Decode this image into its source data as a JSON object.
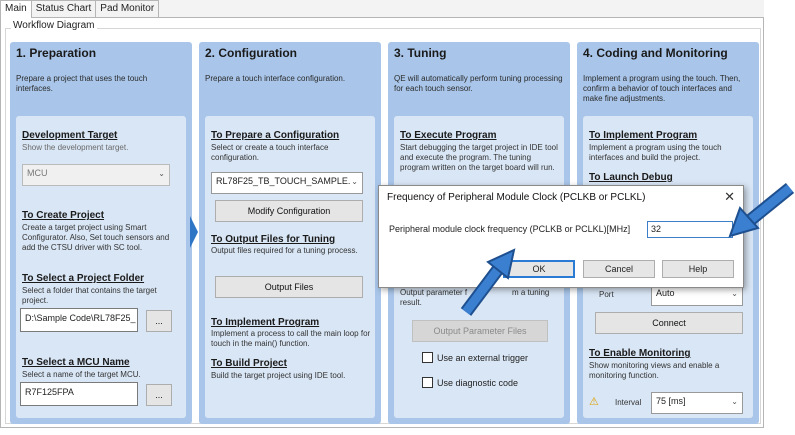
{
  "tabs": [
    {
      "label": "Main",
      "active": true
    },
    {
      "label": "Status Chart",
      "active": false
    },
    {
      "label": "Pad Monitor",
      "active": false
    }
  ],
  "group_title": "Workflow Diagram",
  "columns": [
    {
      "title": "1. Preparation",
      "desc": "Prepare a project that uses the touch interfaces.",
      "dev_target": {
        "title": "Development Target",
        "desc": "Show the development target.",
        "combo": "MCU"
      },
      "create_project": {
        "title": "To Create Project",
        "desc": "Create a target project using Smart Configurator. Also, Set touch sensors and add the CTSU driver with SC tool."
      },
      "select_folder": {
        "title": "To Select a Project Folder",
        "desc": "Select a folder that contains the target project.",
        "value": "D:\\Sample Code\\RL78F25_",
        "browse": "..."
      },
      "select_mcu": {
        "title": "To Select a MCU Name",
        "desc": "Select a name of the target MCU.",
        "value": "R7F125FPA",
        "browse": "..."
      }
    },
    {
      "title": "2. Configuration",
      "desc": "Prepare a touch interface configuration.",
      "prep_config": {
        "title": "To Prepare a Configuration",
        "desc": "Select or create a touch interface configuration.",
        "combo": "RL78F25_TB_TOUCH_SAMPLE.",
        "modify": "Modify Configuration"
      },
      "output_files": {
        "title": "To Output Files for Tuning",
        "desc": "Output files required for a tuning process.",
        "button": "Output Files"
      },
      "impl_program": {
        "title": "To Implement Program",
        "desc": "Implement a process to call the main loop for touch in the main() function."
      },
      "build_project": {
        "title": "To Build Project",
        "desc": "Build the target project using IDE tool."
      }
    },
    {
      "title": "3. Tuning",
      "desc": "QE will automatically perform tuning processing for each touch sensor.",
      "execute": {
        "title": "To Execute Program",
        "desc": "Start debugging the target project in IDE tool and execute the program. The tuning program written on the target board will run."
      },
      "output_param": {
        "desc_a": "Output parameter f",
        "desc_b": "m a tuning",
        "desc_c": "result.",
        "button": "Output Parameter Files"
      },
      "ext_trigger": "Use an external trigger",
      "diag_code": "Use diagnostic code"
    },
    {
      "title": "4. Coding and Monitoring",
      "desc": "Implement a program using the touch. Then, confirm a behavior of touch interfaces and make fine adjustments.",
      "impl_program": {
        "title": "To Implement Program",
        "desc": "Implement a program using the touch interfaces and build the project."
      },
      "launch_debug": {
        "title": "To Launch Debug"
      },
      "port": {
        "label": "Port",
        "value": "Auto"
      },
      "connect": "Connect",
      "enable_monitoring": {
        "title": "To Enable Monitoring",
        "desc": "Show monitoring views and enable a monitoring function."
      },
      "interval": {
        "label": "Interval",
        "value": "75 [ms]"
      }
    }
  ],
  "dialog": {
    "title": "Frequency of Peripheral Module Clock (PCLKB or PCLKL)",
    "close": "✕",
    "label": "Peripheral module clock frequency (PCLKB or PCLKL)[MHz]",
    "value": "32",
    "ok": "OK",
    "cancel": "Cancel",
    "help": "Help"
  },
  "colors": {
    "accent": "#2e75c5",
    "column_bg": "#a9c6ea",
    "inner_bg": "#d9e6f5"
  }
}
